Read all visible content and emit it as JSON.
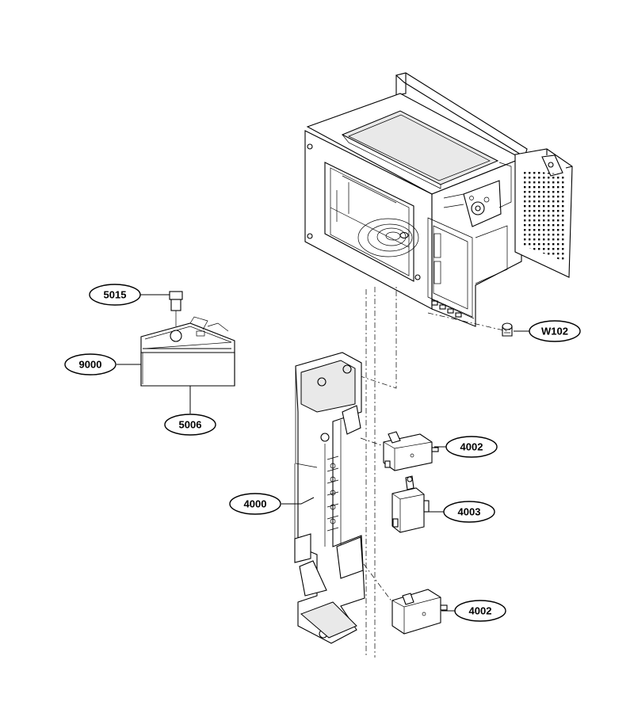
{
  "callouts": {
    "part_5015": "5015",
    "part_9000": "9000",
    "part_5006": "5006",
    "part_4000": "4000",
    "part_4002_top": "4002",
    "part_4003": "4003",
    "part_4002_bottom": "4002",
    "part_w102": "W102"
  }
}
